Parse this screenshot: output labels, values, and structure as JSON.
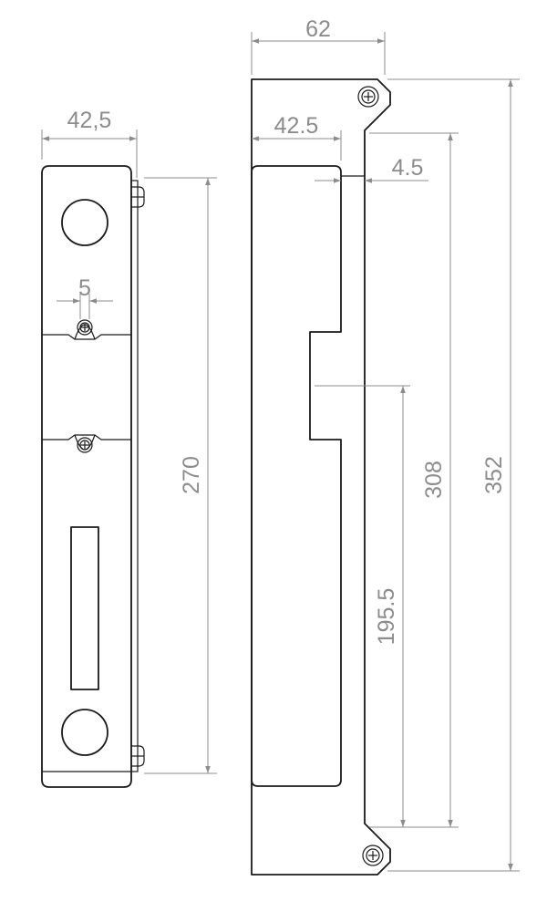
{
  "drawing": {
    "front_view": {
      "width_label": "42,5",
      "screw_spacing_label": "5",
      "height_label": "270"
    },
    "side_view": {
      "overall_width_label": "62",
      "inner_width_label": "42.5",
      "offset_label": "4.5",
      "strike_offset_label": "195.5",
      "inner_height_label": "308",
      "overall_height_label": "352"
    },
    "colors": {
      "outline": "#1a1a1a",
      "dimension": "#8c8c8c",
      "background": "#ffffff"
    }
  }
}
